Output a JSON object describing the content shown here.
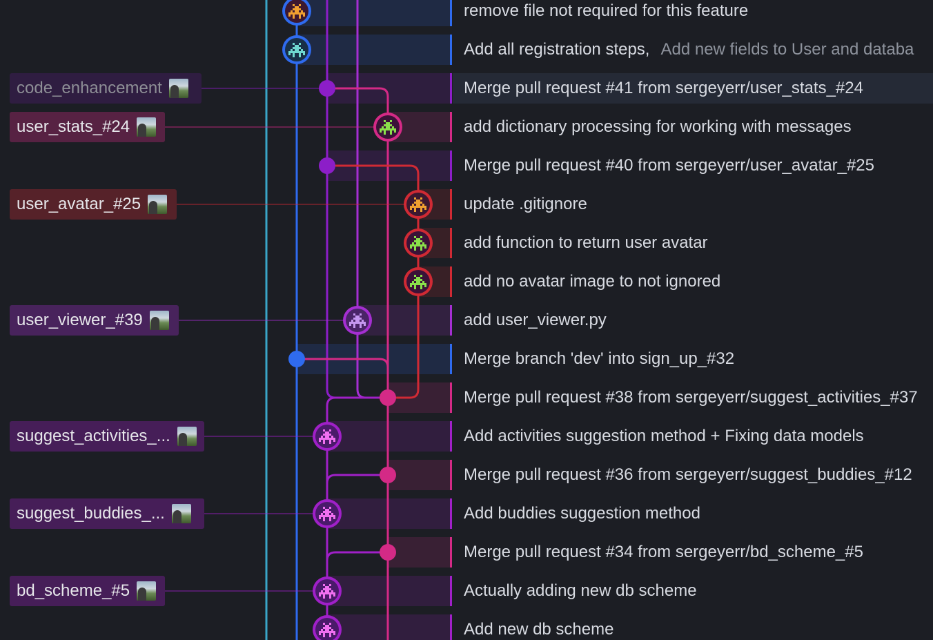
{
  "colors": {
    "background": "#1c1e24",
    "lane_cyan": "#3aa6c8",
    "lane_blue": "#2f6bef",
    "lane_purple": "#8c1ec8",
    "lane_violet": "#a52fd2",
    "lane_magenta": "#d42a86",
    "lane_red": "#d02a34",
    "lane_purple2": "#a020c8"
  },
  "commits": [
    {
      "message": "remove file not required for this feature",
      "extra": "",
      "lane_color": "#2f6bef",
      "avatar_icon": "pixel-invader-orange-icon"
    },
    {
      "message": "Add all registration steps,",
      "extra": "Add new fields to User and databa",
      "lane_color": "#2f6bef",
      "avatar_icon": "pixel-invader-teal-icon"
    },
    {
      "message": "Merge pull request #41 from sergeyerr/user_stats_#24",
      "extra": "",
      "lane_color": "#8c1ec8",
      "avatar_icon": ""
    },
    {
      "message": "add dictionary processing for working with messages",
      "extra": "",
      "lane_color": "#d42a86",
      "avatar_icon": "pixel-invader-green-icon"
    },
    {
      "message": "Merge pull request #40 from sergeyerr/user_avatar_#25",
      "extra": "",
      "lane_color": "#8c1ec8",
      "avatar_icon": ""
    },
    {
      "message": "update .gitignore",
      "extra": "",
      "lane_color": "#d02a34",
      "avatar_icon": "pixel-invader-orange-icon"
    },
    {
      "message": "add function to return user avatar",
      "extra": "",
      "lane_color": "#d02a34",
      "avatar_icon": "pixel-invader-green-icon"
    },
    {
      "message": "add no avatar image to not ignored",
      "extra": "",
      "lane_color": "#d02a34",
      "avatar_icon": "pixel-invader-green-icon"
    },
    {
      "message": "add user_viewer.py",
      "extra": "",
      "lane_color": "#a52fd2",
      "avatar_icon": "pixel-invader-violet-icon"
    },
    {
      "message": "Merge branch 'dev' into sign_up_#32",
      "extra": "",
      "lane_color": "#2f6bef",
      "avatar_icon": ""
    },
    {
      "message": "Merge pull request #38 from sergeyerr/suggest_activities_#37",
      "extra": "",
      "lane_color": "#d42a86",
      "avatar_icon": ""
    },
    {
      "message": "Add activities suggestion method + Fixing data models",
      "extra": "",
      "lane_color": "#a020c8",
      "avatar_icon": "pixel-invader-magenta-icon"
    },
    {
      "message": "Merge pull request #36 from sergeyerr/suggest_buddies_#12",
      "extra": "",
      "lane_color": "#d42a86",
      "avatar_icon": ""
    },
    {
      "message": "Add buddies suggestion method",
      "extra": "",
      "lane_color": "#a020c8",
      "avatar_icon": "pixel-invader-magenta-icon"
    },
    {
      "message": "Merge pull request #34 from sergeyerr/bd_scheme_#5",
      "extra": "",
      "lane_color": "#d42a86",
      "avatar_icon": ""
    },
    {
      "message": "Actually adding new db scheme",
      "extra": "",
      "lane_color": "#a020c8",
      "avatar_icon": "pixel-invader-magenta-icon"
    },
    {
      "message": "Add new db scheme",
      "extra": "",
      "lane_color": "#a020c8",
      "avatar_icon": "pixel-invader-magenta-icon"
    }
  ],
  "branches": [
    {
      "name": "code_enhancement",
      "commit_index": 2,
      "color": "#8c1ec8",
      "dim": true
    },
    {
      "name": "user_stats_#24",
      "commit_index": 3,
      "color": "#d42a86",
      "dim": false
    },
    {
      "name": "user_avatar_#25",
      "commit_index": 5,
      "color": "#d02a34",
      "dim": false
    },
    {
      "name": "user_viewer_#39",
      "commit_index": 8,
      "color": "#a52fd2",
      "dim": false
    },
    {
      "name": "suggest_activities_...",
      "commit_index": 11,
      "color": "#a020c8",
      "dim": false
    },
    {
      "name": "suggest_buddies_...",
      "commit_index": 13,
      "color": "#a020c8",
      "dim": false
    },
    {
      "name": "bd_scheme_#5",
      "commit_index": 15,
      "color": "#a020c8",
      "dim": false
    }
  ]
}
